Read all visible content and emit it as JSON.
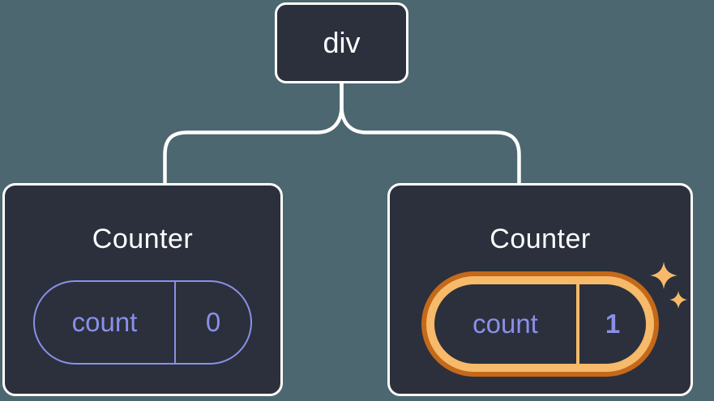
{
  "diagram": {
    "root": {
      "label": "div"
    },
    "children": [
      {
        "title": "Counter",
        "state": {
          "key": "count",
          "value": "0"
        },
        "highlighted": false
      },
      {
        "title": "Counter",
        "state": {
          "key": "count",
          "value": "1"
        },
        "highlighted": true
      }
    ]
  },
  "colors": {
    "background": "#4c676f",
    "node_fill": "#2b303c",
    "node_border": "#ffffff",
    "connector": "#ffffff",
    "state_text": "#8a90e8",
    "highlight_inner": "#f6ba6a",
    "highlight_outer": "#c4691a",
    "title_text": "#ffffff"
  },
  "icons": {
    "sparkles": "sparkles-icon"
  }
}
